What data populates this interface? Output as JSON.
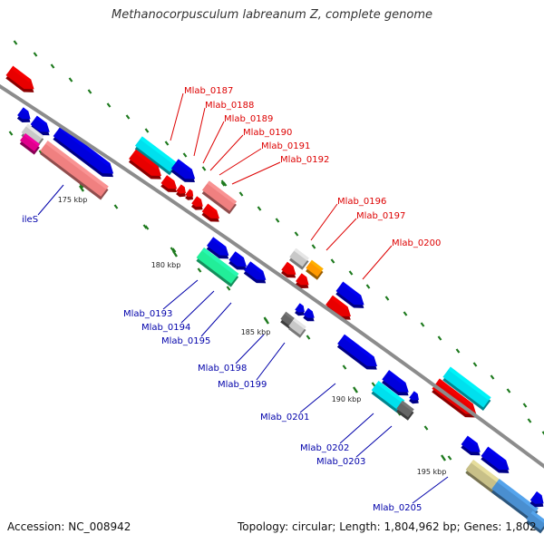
{
  "title": "Methanocorpusculum labreanum Z, complete genome",
  "accession": "Accession: NC_008942",
  "topology": "Topology: circular; Length: 1,804,962 bp; Genes: 1,802",
  "colors": {
    "backbone": "#8c8c8c",
    "tick": "#1e7a1e",
    "red_label": "#dd0000",
    "blue_label": "#0000aa"
  },
  "ticks": [
    {
      "label": "175 kbp"
    },
    {
      "label": "180 kbp"
    },
    {
      "label": "185 kbp"
    },
    {
      "label": "190 kbp"
    },
    {
      "label": "195 kbp"
    }
  ],
  "red_labels": [
    {
      "text": "Mlab_0187"
    },
    {
      "text": "Mlab_0188"
    },
    {
      "text": "Mlab_0189"
    },
    {
      "text": "Mlab_0190"
    },
    {
      "text": "Mlab_0191"
    },
    {
      "text": "Mlab_0192"
    },
    {
      "text": "Mlab_0196"
    },
    {
      "text": "Mlab_0197"
    },
    {
      "text": "Mlab_0200"
    }
  ],
  "blue_labels": [
    {
      "text": "ileS"
    },
    {
      "text": "Mlab_0193"
    },
    {
      "text": "Mlab_0194"
    },
    {
      "text": "Mlab_0195"
    },
    {
      "text": "Mlab_0198"
    },
    {
      "text": "Mlab_0199"
    },
    {
      "text": "Mlab_0201"
    },
    {
      "text": "Mlab_0202"
    },
    {
      "text": "Mlab_0203"
    },
    {
      "text": "Mlab_0205"
    }
  ]
}
